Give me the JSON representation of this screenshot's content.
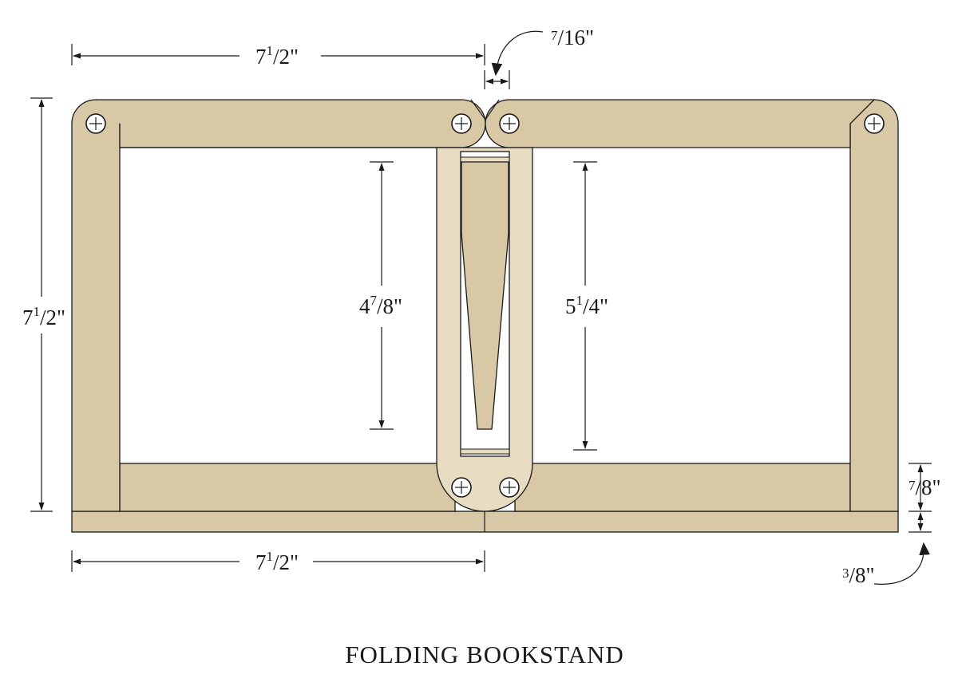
{
  "title": "FOLDING BOOKSTAND",
  "dimensions": {
    "top_width": {
      "whole": "7",
      "num": "1",
      "den": "2",
      "unit": "\""
    },
    "overall_height": {
      "whole": "7",
      "num": "1",
      "den": "2",
      "unit": "\""
    },
    "bottom_width": {
      "whole": "7",
      "num": "1",
      "den": "2",
      "unit": "\""
    },
    "hinge_gap": {
      "num": "7",
      "den": "16",
      "unit": "\""
    },
    "slot_length": {
      "whole": "4",
      "num": "7",
      "den": "8",
      "unit": "\""
    },
    "support_length": {
      "whole": "5",
      "num": "1",
      "den": "4",
      "unit": "\""
    },
    "rail_height": {
      "num": "7",
      "den": "8",
      "unit": "\""
    },
    "base_thickness": {
      "num": "3",
      "den": "8",
      "unit": "\""
    }
  },
  "colors": {
    "wood": "#d8c8a6",
    "wood_light": "#e8dcc3",
    "line": "#1a1a1a",
    "screw": "#ffffff"
  },
  "icons": [
    "screw-icon",
    "arrow-icon"
  ]
}
